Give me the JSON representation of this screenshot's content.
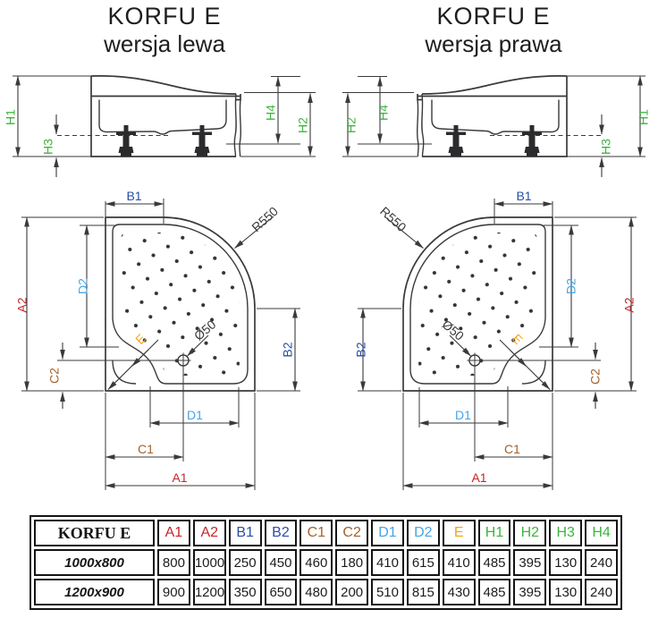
{
  "titles": {
    "left": {
      "line1": "KORFU E",
      "line2": "wersja lewa"
    },
    "right": {
      "line1": "KORFU E",
      "line2": "wersja prawa"
    }
  },
  "labels": {
    "A1": "A1",
    "A2": "A2",
    "B1": "B1",
    "B2": "B2",
    "C1": "C1",
    "C2": "C2",
    "D1": "D1",
    "D2": "D2",
    "E": "E",
    "H1": "H1",
    "H2": "H2",
    "H3": "H3",
    "H4": "H4",
    "radius": "R550",
    "drain": "Ø50"
  },
  "colors": {
    "A": "#c4262b",
    "B": "#2a4da5",
    "C": "#a5602b",
    "D": "#45a5e6",
    "E": "#f2a51f",
    "H": "#3cb43c",
    "line": "#3a3a3d"
  },
  "table": {
    "title": "KORFU E",
    "headers": [
      "A1",
      "A2",
      "B1",
      "B2",
      "C1",
      "C2",
      "D1",
      "D2",
      "E",
      "H1",
      "H2",
      "H3",
      "H4"
    ],
    "rows": [
      {
        "label": "1000x800",
        "values": [
          800,
          1000,
          250,
          450,
          460,
          180,
          410,
          615,
          410,
          485,
          395,
          130,
          240
        ]
      },
      {
        "label": "1200x900",
        "values": [
          900,
          1200,
          350,
          650,
          480,
          200,
          510,
          815,
          430,
          485,
          395,
          130,
          240
        ]
      }
    ]
  }
}
